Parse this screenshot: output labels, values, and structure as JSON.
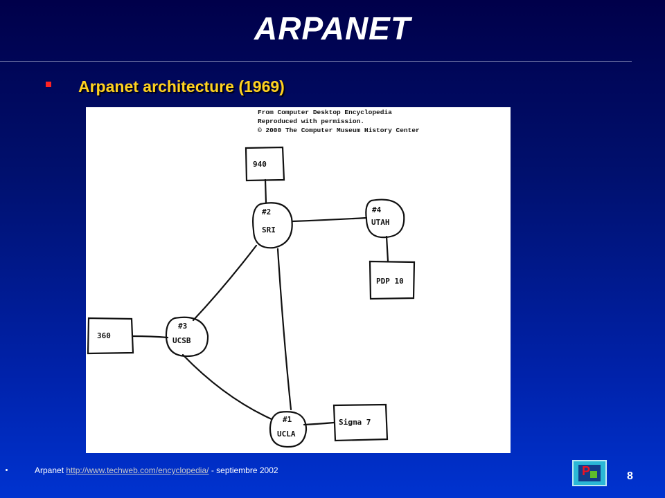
{
  "slide": {
    "title": "ARPANET",
    "heading": "Arpanet architecture (1969)",
    "page_number": "8"
  },
  "image": {
    "credit_lines": [
      "From Computer Desktop Encyclopedia",
      "Reproduced with permission.",
      "© 2000 The Computer Museum History Center"
    ],
    "nodes": [
      {
        "id": "n940",
        "kind": "box",
        "labels": [
          "940"
        ]
      },
      {
        "id": "sri",
        "kind": "circle",
        "labels": [
          "#2",
          "SRI"
        ]
      },
      {
        "id": "utah",
        "kind": "circle",
        "labels": [
          "#4",
          "UTAH"
        ]
      },
      {
        "id": "pdp10",
        "kind": "box",
        "labels": [
          "PDP 10"
        ]
      },
      {
        "id": "n360",
        "kind": "box",
        "labels": [
          "360"
        ]
      },
      {
        "id": "ucsb",
        "kind": "circle",
        "labels": [
          "#3",
          "UCSB"
        ]
      },
      {
        "id": "ucla",
        "kind": "circle",
        "labels": [
          "#1",
          "UCLA"
        ]
      },
      {
        "id": "sigma7",
        "kind": "box",
        "labels": [
          "Sigma 7"
        ]
      }
    ],
    "edges": [
      [
        "n940",
        "sri"
      ],
      [
        "sri",
        "utah"
      ],
      [
        "utah",
        "pdp10"
      ],
      [
        "sri",
        "ucsb"
      ],
      [
        "sri",
        "ucla"
      ],
      [
        "n360",
        "ucsb"
      ],
      [
        "ucsb",
        "ucla"
      ],
      [
        "ucla",
        "sigma7"
      ]
    ]
  },
  "footer": {
    "prefix": "Arpanet",
    "link": "http://www.techweb.com/encyclopedia/",
    "suffix": "- septiembre 2002"
  },
  "logo": {
    "letter": "P"
  }
}
